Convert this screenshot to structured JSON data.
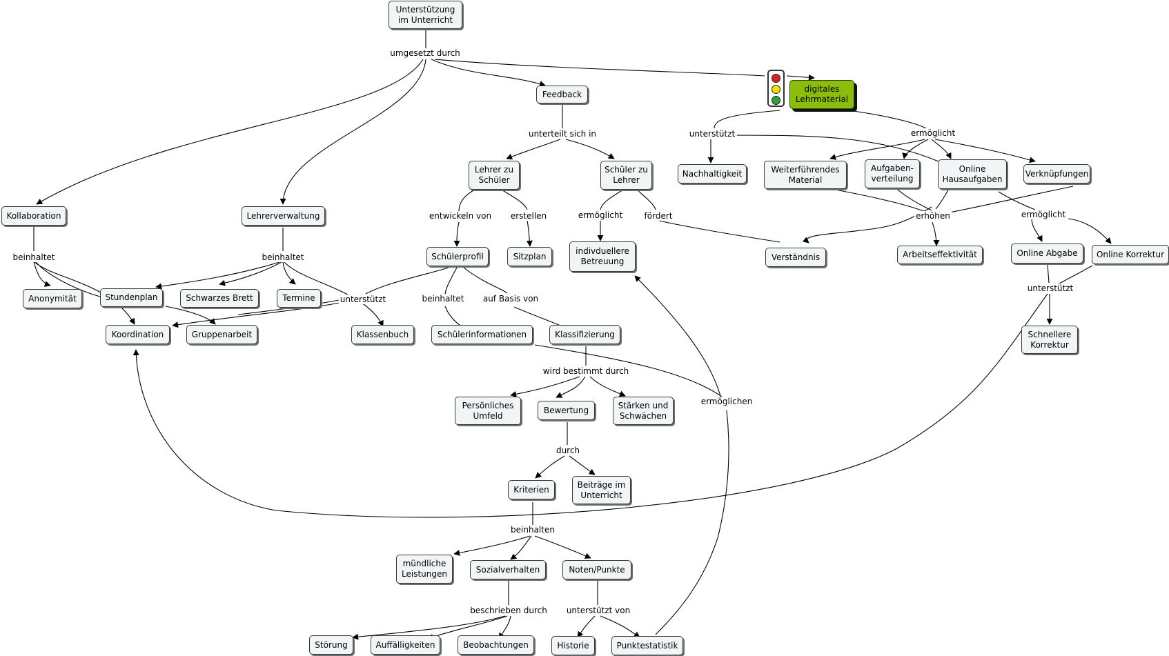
{
  "nodes": {
    "unterstuetzung": "Unterstützung\nim Unterricht",
    "feedback": "Feedback",
    "digitales": "digitales\nLehrmaterial",
    "kollaboration": "Kollaboration",
    "lehrerverwaltung": "Lehrerverwaltung",
    "lehrer_schueler": "Lehrer zu\nSchüler",
    "schueler_lehrer": "Schüler zu\nLehrer",
    "nachhaltigkeit": "Nachhaltigkeit",
    "weiterfuehrendes": "Weiterführendes\nMaterial",
    "aufgabenverteilung": "Aufgaben-\nverteilung",
    "online_hausaufgaben": "Online\nHausaufgaben",
    "verknuepfungen": "Verknüpfungen",
    "schuelerprofil": "Schülerprofil",
    "sitzplan": "Sitzplan",
    "individuelle": "indivduellere\nBetreuung",
    "verstaendnis": "Verständnis",
    "arbeitseffektivitaet": "Arbeitseffektivität",
    "online_abgabe": "Online Abgabe",
    "online_korrektur": "Online Korrektur",
    "anonymitaet": "Anonymität",
    "stundenplan": "Stundenplan",
    "schwarzes_brett": "Schwarzes Brett",
    "termine": "Termine",
    "koordination": "Koordination",
    "gruppenarbeit": "Gruppenarbeit",
    "klassenbuch": "Klassenbuch",
    "schuelerinformationen": "Schülerinformationen",
    "klassifizierung": "Klassifizierung",
    "schnellere_korrektur": "Schnellere\nKorrektur",
    "persoenliches_umfeld": "Persönliches\nUmfeld",
    "bewertung": "Bewertung",
    "staerken": "Stärken und\nSchwächen",
    "kriterien": "Kriterien",
    "beitraege": "Beiträge im\nUnterricht",
    "muendliche": "mündliche\nLeistungen",
    "sozialverhalten": "Sozialverhalten",
    "noten": "Noten/Punkte",
    "stoerung": "Störung",
    "auffaelligkeiten": "Auffälligkeiten",
    "beobachtungen": "Beobachtungen",
    "historie": "Historie",
    "punktestatistik": "Punktestatistik"
  },
  "links": {
    "umgesetzt": "umgesetzt durch",
    "unterteilt": "unterteilt sich in",
    "unterstuetzt_dig": "unterstützt",
    "ermoeglicht_dig": "ermöglicht",
    "beinhaltet_koll": "beinhaltet",
    "beinhaltet_lv": "beinhaltet",
    "entwickeln": "entwickeln von",
    "erstellen": "erstellen",
    "ermoeglicht_sl": "ermöglicht",
    "foerdert": "fördert",
    "erhoehen": "erhöhen",
    "ermoeglicht_oh": "ermöglicht",
    "unterstuetzt_sp": "unterstützt",
    "beinhaltet_sp": "beinhaltet",
    "aufbasis": "auf Basis von",
    "unterstuetzt_ok": "unterstützt",
    "wirdbestimmt": "wird bestimmt durch",
    "ermoeglichen": "ermöglichen",
    "durch": "durch",
    "beinhalten": "beinhalten",
    "beschrieben": "beschrieben durch",
    "unterstuetzt_von": "unterstützt von"
  },
  "colors": {
    "node_fill": "#f2f5f6",
    "highlight": "#8cbd0a",
    "lamp_red": "#e02020",
    "lamp_yellow": "#f2e200",
    "lamp_green": "#2ea040"
  },
  "icons": [
    "traffic-light-icon"
  ]
}
